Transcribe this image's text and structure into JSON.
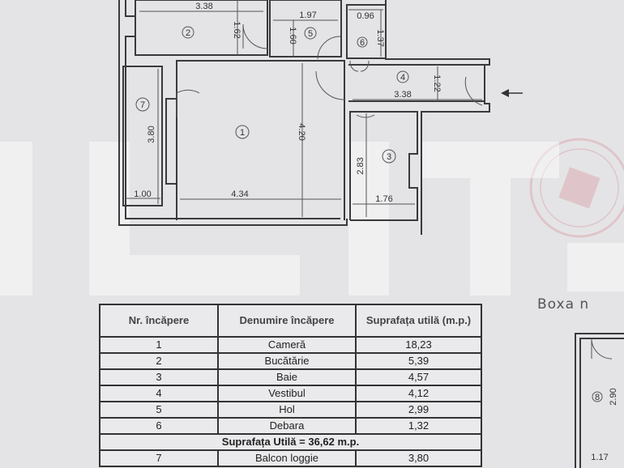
{
  "plan": {
    "rooms": [
      {
        "id": "1",
        "dims": [
          "4.34",
          "4.20"
        ]
      },
      {
        "id": "2",
        "dims": [
          "3.38",
          "1.62"
        ]
      },
      {
        "id": "3",
        "dims": [
          "1.76",
          "2.83"
        ]
      },
      {
        "id": "4",
        "dims": [
          "3.38",
          "1.22"
        ]
      },
      {
        "id": "5",
        "dims": [
          "1.97",
          "1.60"
        ]
      },
      {
        "id": "6",
        "dims": [
          "0.96",
          "1.37"
        ]
      },
      {
        "id": "7",
        "dims": [
          "1.00",
          "3.80"
        ]
      },
      {
        "id": "8",
        "dims": [
          "1.17",
          "2.90"
        ]
      }
    ],
    "boxa_label": "Boxa n",
    "entrance_arrow_icon": "arrow-left-icon",
    "stamp_color": "#d9a0a8",
    "watermark": "BLITZ"
  },
  "table": {
    "headers": [
      "Nr. încăpere",
      "Denumire încăpere",
      "Suprafața utilă (m.p.)"
    ],
    "rows": [
      [
        "1",
        "Cameră",
        "18,23"
      ],
      [
        "2",
        "Bucătărie",
        "5,39"
      ],
      [
        "3",
        "Baie",
        "4,57"
      ],
      [
        "4",
        "Vestibul",
        "4,12"
      ],
      [
        "5",
        "Hol",
        "2,99"
      ],
      [
        "6",
        "Debara",
        "1,32"
      ]
    ],
    "total": "Suprafața Utilă = 36,62 m.p.",
    "extra_row": [
      "7",
      "Balcon  loggie",
      "3,80"
    ]
  }
}
